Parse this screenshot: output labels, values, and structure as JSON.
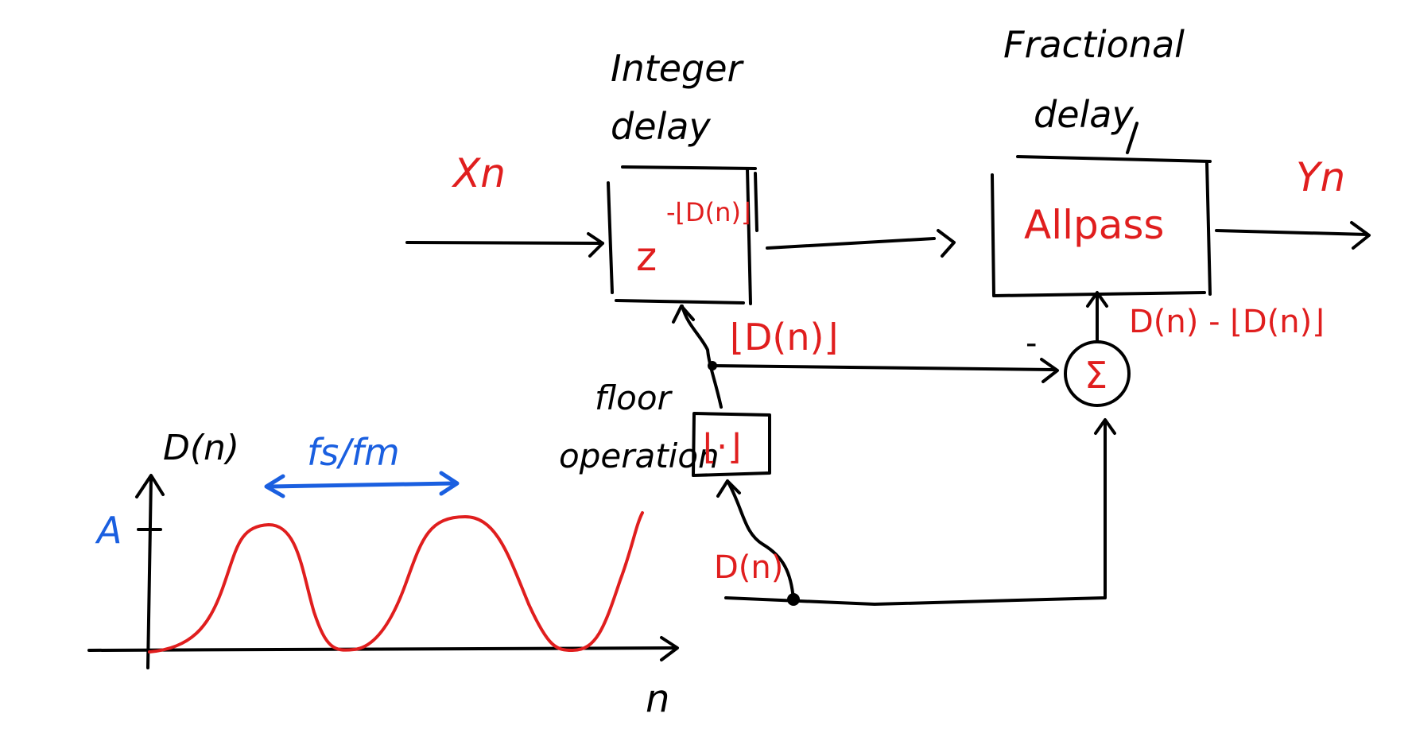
{
  "colors": {
    "ink": "#000000",
    "signal": "#e01e1e",
    "annotation": "#1a5fe0"
  },
  "blocks": {
    "integer_delay": {
      "title_line1": "Integer",
      "title_line2": "delay",
      "content_base": "z",
      "content_exponent": "-⌊D(n)⌋"
    },
    "fractional_delay": {
      "title_line1": "Fractional",
      "title_line2": "delay",
      "content": "Allpass"
    },
    "floor": {
      "title_line1": "floor",
      "title_line2": "operation",
      "content": "⌊·⌋"
    },
    "sum": {
      "symbol": "Σ",
      "minus_sign": "-"
    }
  },
  "signals": {
    "input": "Xn",
    "output": "Yn",
    "floor_out": "⌊D(n)⌋",
    "frac_control": "D(n) - ⌊D(n)⌋",
    "delay_in": "D(n)"
  },
  "plot": {
    "ylabel": "D(n)",
    "xlabel": "n",
    "amplitude_label": "A",
    "period_label": "fs/fm"
  }
}
